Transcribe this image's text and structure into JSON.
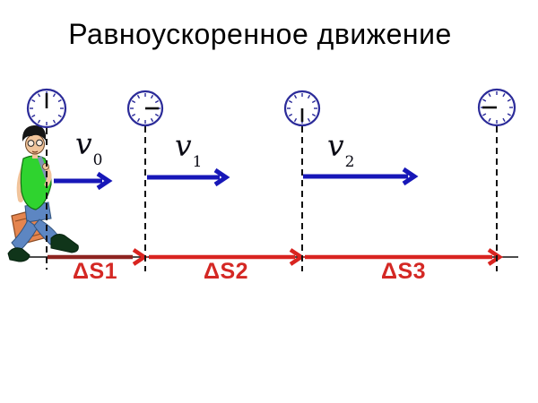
{
  "title": "Равноускоренное движение",
  "clocks": [
    {
      "name": "clock-t0",
      "hand_position": "12-oclock",
      "hand_angle_deg": 0
    },
    {
      "name": "clock-t1",
      "hand_position": "3-oclock",
      "hand_angle_deg": 90
    },
    {
      "name": "clock-t2",
      "hand_position": "6-oclock",
      "hand_angle_deg": 180
    },
    {
      "name": "clock-t3",
      "hand_position": "9-oclock",
      "hand_angle_deg": 270
    }
  ],
  "vectors": [
    {
      "symbol": "v",
      "sub": "0"
    },
    {
      "symbol": "v",
      "sub": "1"
    },
    {
      "symbol": "v",
      "sub": "2"
    }
  ],
  "segments": [
    {
      "label": "ΔS1"
    },
    {
      "label": "ΔS2"
    },
    {
      "label": "ΔS3"
    }
  ],
  "colors": {
    "title_black": "#000000",
    "vector_arrow_blue": "#1717b8",
    "segment_arrow_red": "#d92420",
    "segment1_shaft_dark_red": "#8e2420",
    "clock_outline_blue": "#2b2b99",
    "segment_label_red": "#d42824",
    "shirt_green": "#2fd32f",
    "jeans_blue": "#5d86c2",
    "book_orange": "#e5854f"
  }
}
